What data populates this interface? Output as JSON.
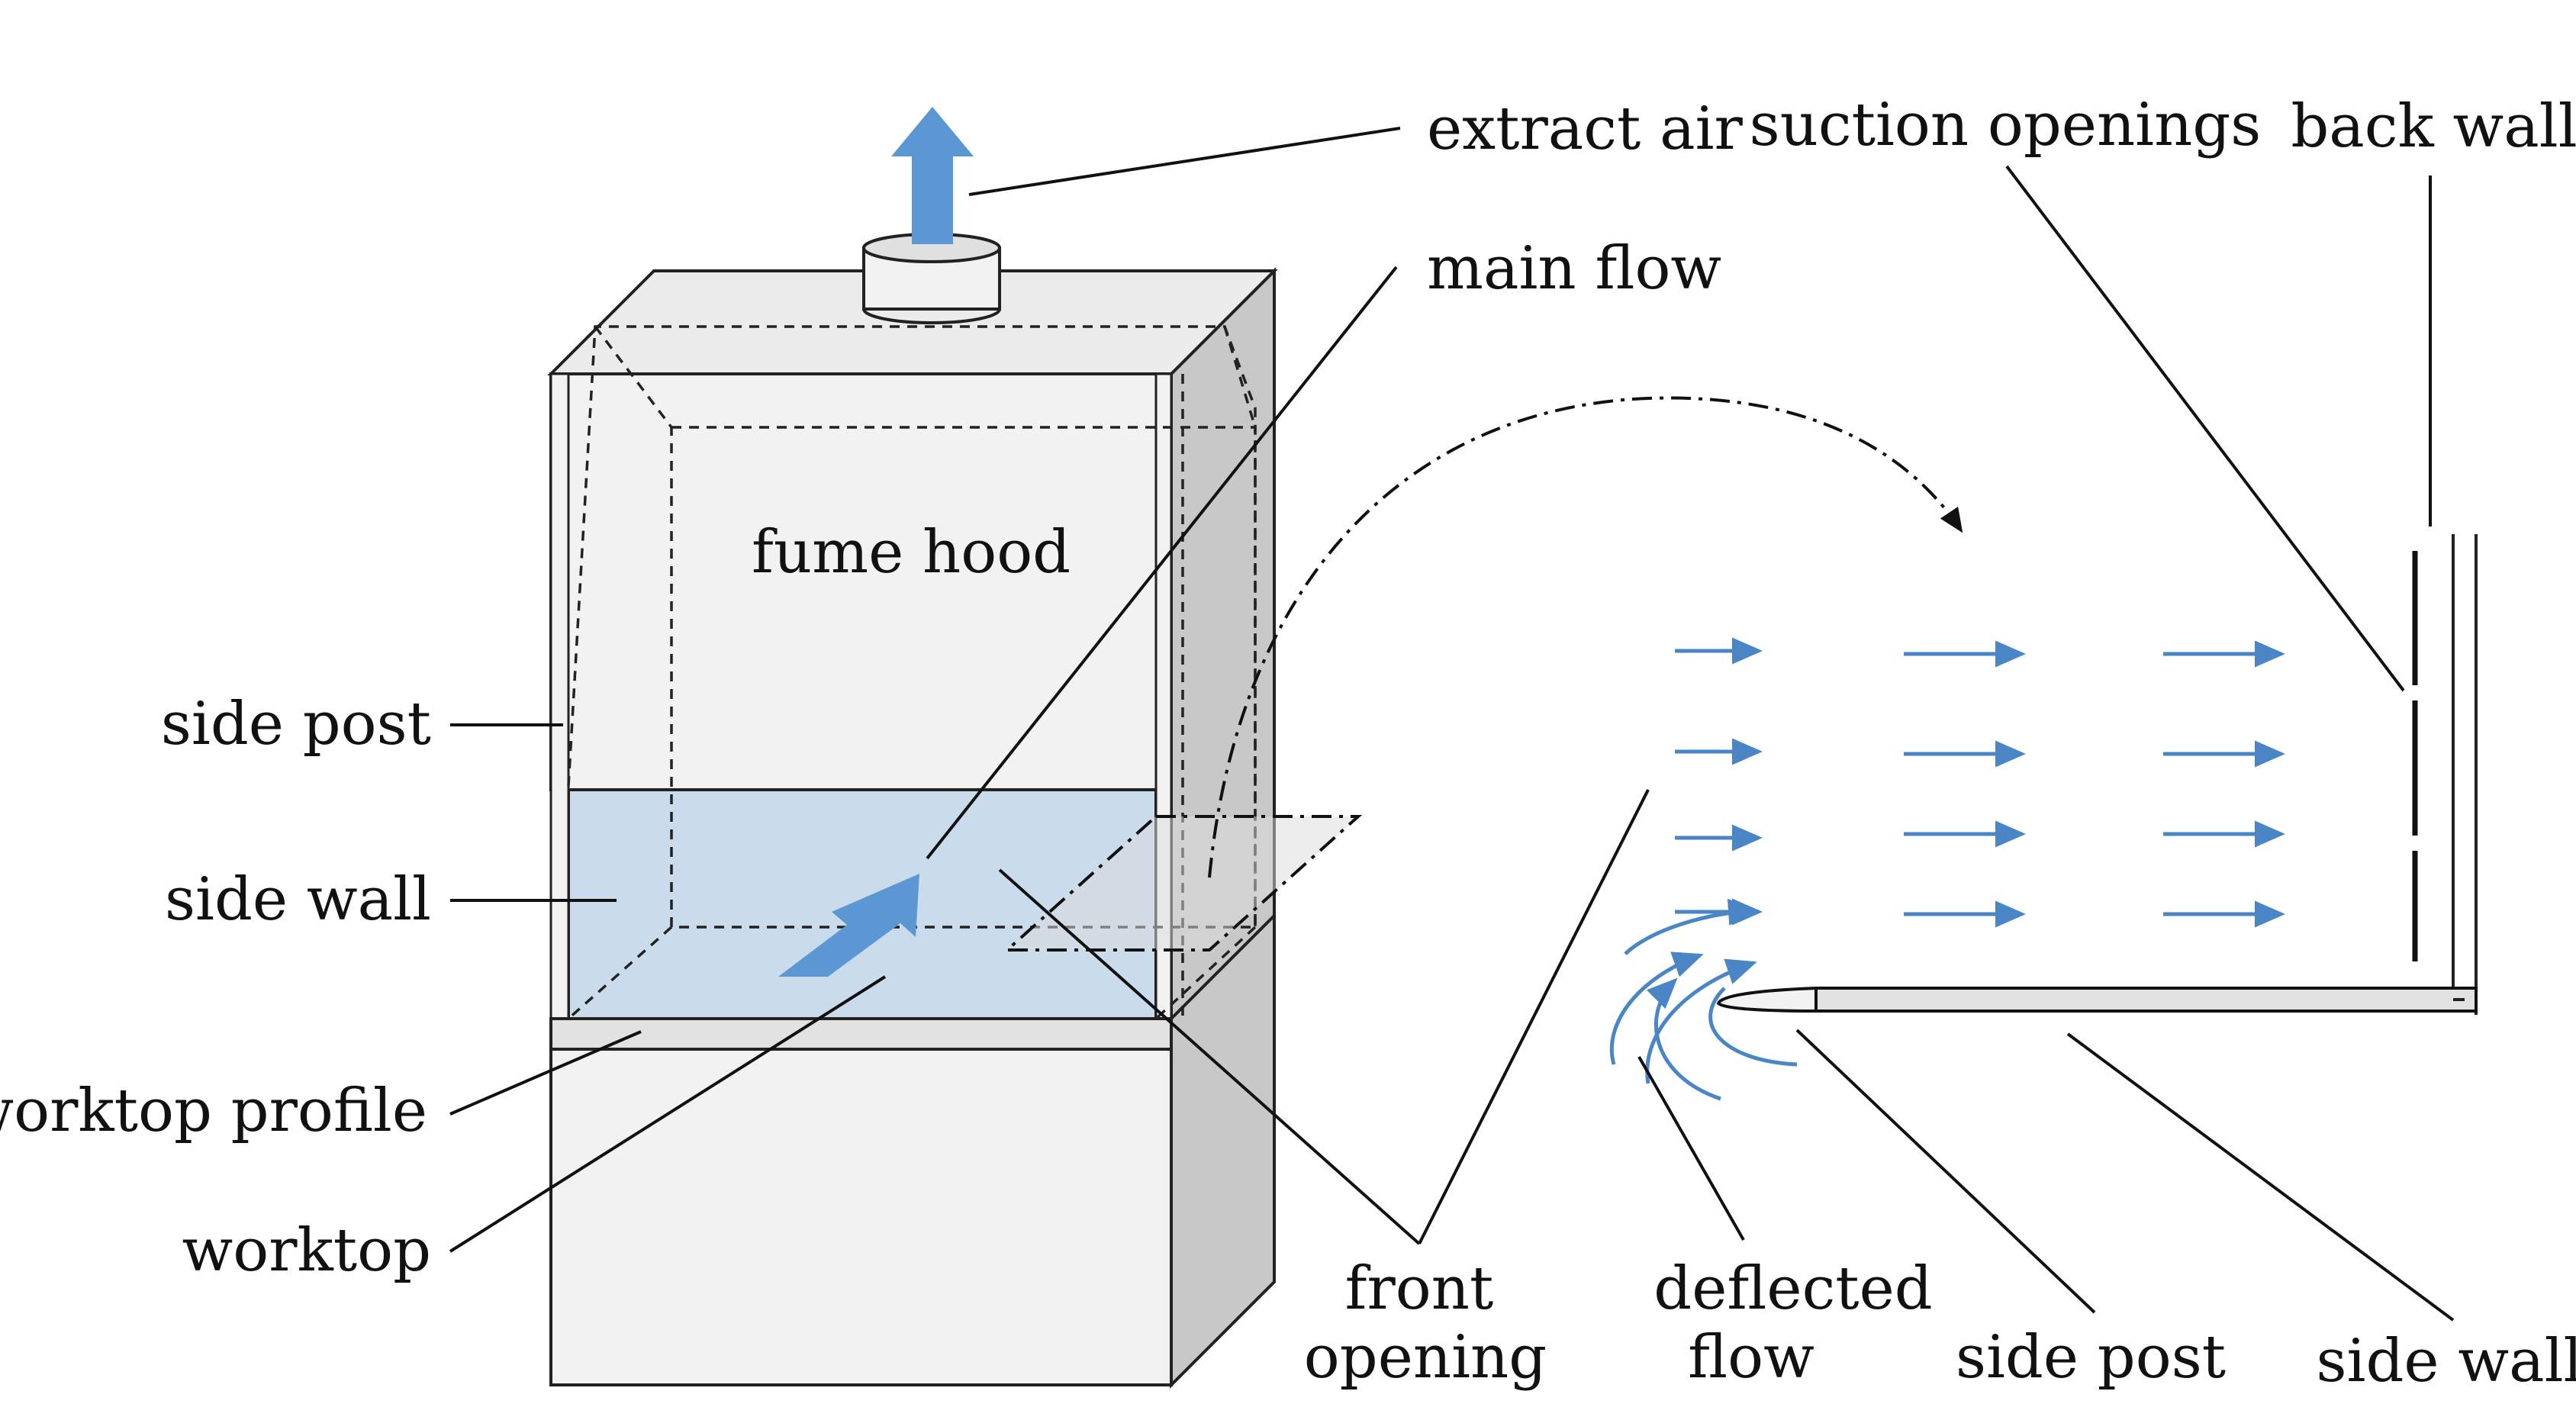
{
  "labels": {
    "extract_air": "extract air",
    "main_flow": "main flow",
    "fume_hood": "fume hood",
    "side_post_left": "side post",
    "side_wall_left": "side wall",
    "worktop_profile": "worktop profile",
    "worktop": "worktop",
    "suction_openings": "suction openings",
    "back_wall": "back wall",
    "front_opening_line1": "front",
    "front_opening_line2": "opening",
    "deflected_flow_line1": "deflected",
    "deflected_flow_line2": "flow",
    "side_post_right": "side post",
    "side_wall_right": "side wall"
  },
  "colors": {
    "flow_blue": "#4a86c5",
    "glass_blue": "#cadcec",
    "cabinet_front": "#f2f2f2",
    "cabinet_side": "#c8c8c8",
    "worktop_profile": "#e2e2e2"
  }
}
